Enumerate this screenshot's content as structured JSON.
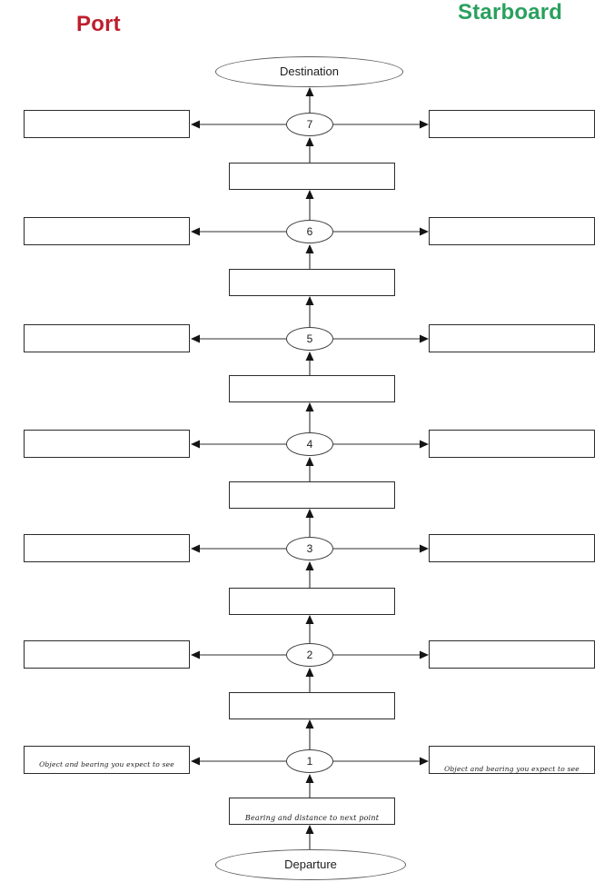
{
  "header": {
    "port_label": "Port",
    "starboard_label": "Starboard",
    "port_color": "#be1e2d",
    "starboard_color": "#2aa05e"
  },
  "flow": {
    "destination_label": "Destination",
    "departure_label": "Departure",
    "waypoints": [
      {
        "number": "7"
      },
      {
        "number": "6"
      },
      {
        "number": "5"
      },
      {
        "number": "4"
      },
      {
        "number": "3"
      },
      {
        "number": "2"
      },
      {
        "number": "1"
      }
    ],
    "left_hint": "Object and bearing you expect to see",
    "right_hint": "Object and bearing you expect to see",
    "center_hint": "Bearing and distance to next point"
  }
}
